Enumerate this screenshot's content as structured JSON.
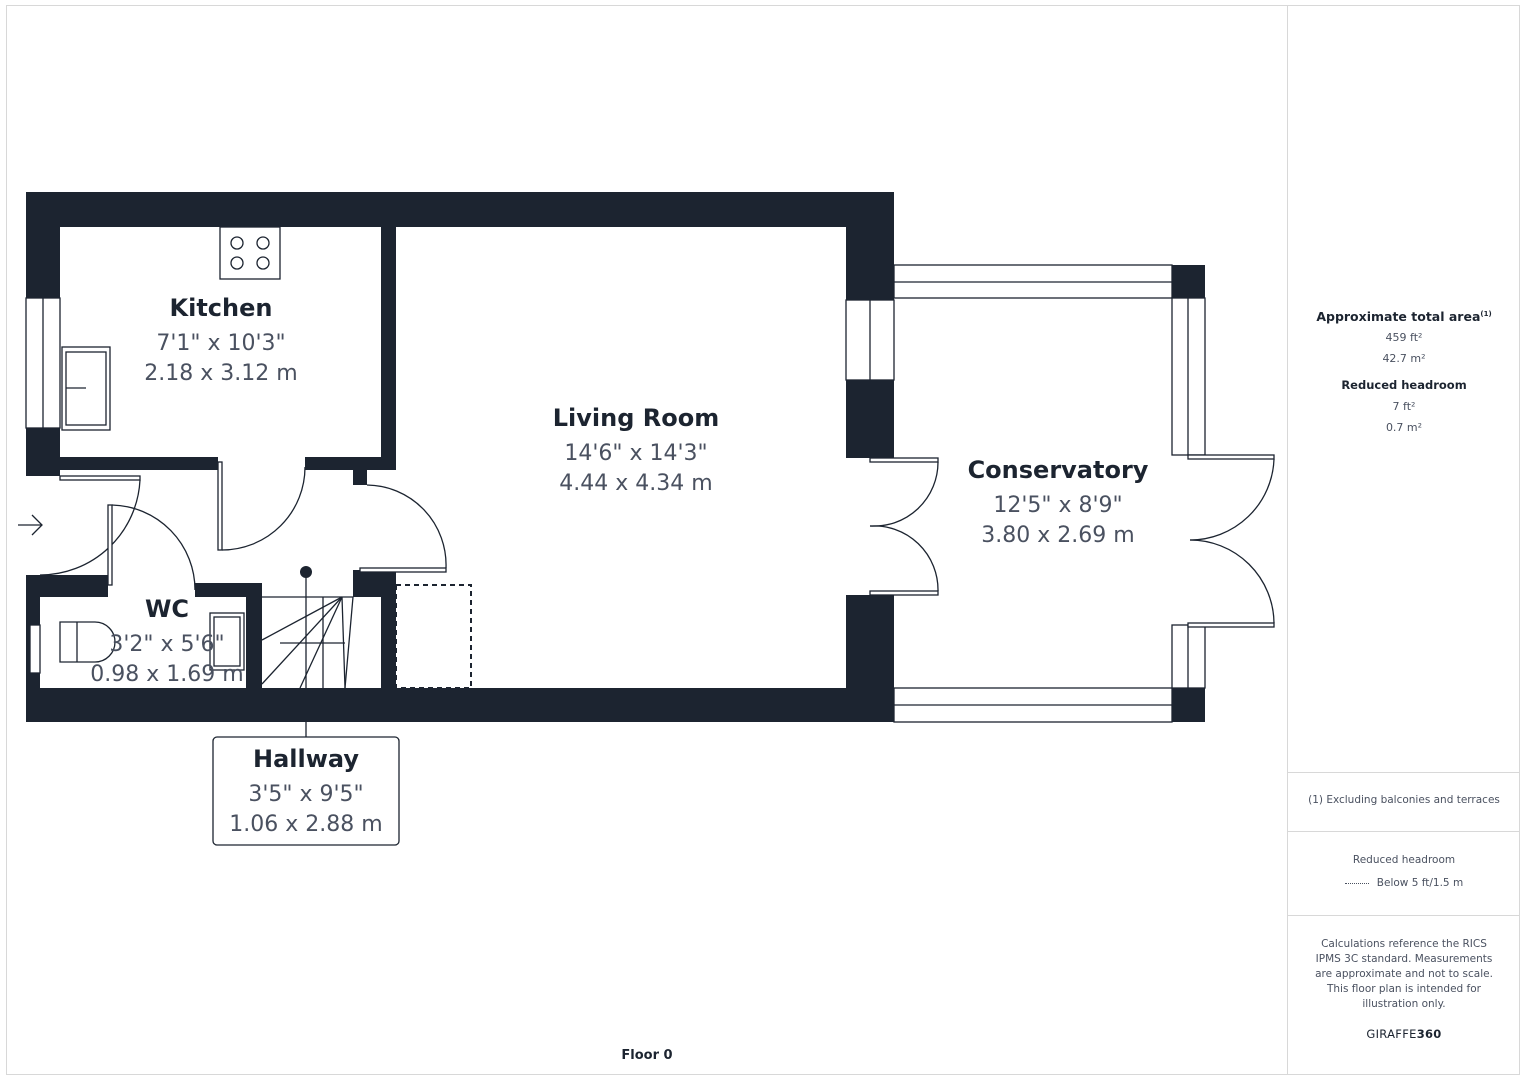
{
  "rooms": {
    "kitchen": {
      "name": "Kitchen",
      "imperial": "7'1\" x 10'3\"",
      "metric": "2.18 x 3.12 m"
    },
    "living_room": {
      "name": "Living Room",
      "imperial": "14'6\" x 14'3\"",
      "metric": "4.44 x 4.34 m"
    },
    "conservatory": {
      "name": "Conservatory",
      "imperial": "12'5\" x 8'9\"",
      "metric": "3.80 x 2.69 m"
    },
    "wc": {
      "name": "WC",
      "imperial": "3'2\" x 5'6\"",
      "metric": "0.98 x 1.69 m"
    },
    "hallway": {
      "name": "Hallway",
      "imperial": "3'5\" x 9'5\"",
      "metric": "1.06 x 2.88 m"
    }
  },
  "floor_label": "Floor 0",
  "colors": {
    "wall": "#1c2430",
    "text": "#4a5160"
  },
  "icons": {
    "entrance": "arrow-right-icon",
    "hob": "hob-icon",
    "sink": "sink-icon",
    "toilet": "toilet-icon"
  },
  "panel": {
    "total_area_title": "Approximate total area",
    "total_area_note_marker": "(1)",
    "total_ft": "459 ft²",
    "total_m": "42.7 m²",
    "reduced_title": "Reduced headroom",
    "reduced_ft": "7 ft²",
    "reduced_m": "0.7 m²",
    "footnote": "(1) Excluding balconies and terraces",
    "legend_title": "Reduced headroom",
    "legend_item": "Below 5 ft/1.5 m",
    "disclaimer": "Calculations reference the RICS IPMS 3C standard. Measurements are approximate and not to scale. This floor plan is intended for illustration only.",
    "brand_prefix": "GIRAFFE",
    "brand_suffix": "360"
  }
}
